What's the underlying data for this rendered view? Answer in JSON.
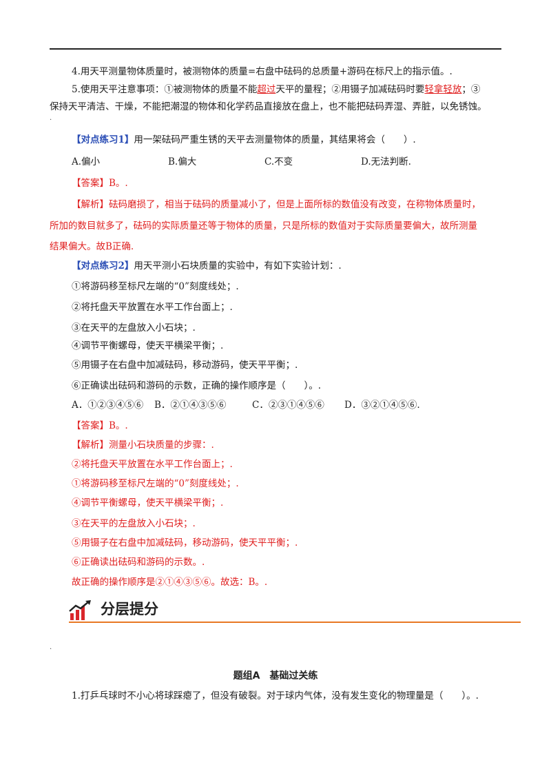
{
  "item4": "4.用天平测量物体质量时，被测物体的质量=右盘中砝码的总质量+游码在标尺上的指示值。.",
  "item5": {
    "a": "5.使用天平注意事项：①被测物体的质量不能",
    "u1": "超过",
    "b": "天平的量程；②用镊子加减砝码时要",
    "u2": "轻拿轻放",
    "c": "；③",
    "line2": "保持天平清洁、干燥，不能把潮湿的物体和化学药品直接放在盘上，也不能把砝码弄湿、弄脏，以免锈蚀。"
  },
  "q1": {
    "tag": "【对点练习1】",
    "stem": "用一架砝码严重生锈的天平去测量物体的质量，其结果将会（　　）.",
    "options": [
      "A.偏小",
      "B.偏大",
      "C.不变",
      "D.无法判断."
    ],
    "answer": "【答案】B。.",
    "analysis_tag": "【解析】",
    "analysis": [
      "砝码磨损了，相当于砝码的质量减小了，但是上面所标的数值没有改变，在称物体质量时，",
      "所加的数目就多了，砝码的实际质量还等于物体的质量，只是所标的数值对于实际质量要偏大，故所测量",
      "结果偏大。故B正确."
    ]
  },
  "q2": {
    "tag": "【对点练习2】",
    "stem": "用天平测小石块质量的实验中，有如下实验计划：.",
    "steps": [
      "①将游码移至标尺左端的“0”刻度线处；.",
      "②将托盘天平放置在水平工作台面上；.",
      "③在天平的左盘放入小石块；.",
      "④调节平衡螺母，使天平横梁平衡；.",
      "⑤用镊子在右盘中加减砝码，移动游码，使天平平衡；.",
      "⑥正确读出砝码和游码的示数，正确的操作顺序是（　　）。."
    ],
    "options": [
      "A．①②③④⑤⑥",
      "B．②①④③⑤⑥",
      "C．②③①④⑤⑥",
      "D．③②①④⑤⑥."
    ],
    "answer": "【答案】B。.",
    "analysis_tag": "【解析】",
    "analysis_head": "测量小石块质量的步骤：.",
    "analysis_steps": [
      "②将托盘天平放置在水平工作台面上；.",
      "①将游码移至标尺左端的“0”刻度线处；.",
      "④调节平衡螺母，使天平横梁平衡；.",
      "③在天平的左盘放入小石块；.",
      "⑤用镊子在右盘中加减砝码，移动游码，使天平平衡；.",
      "⑥正确读出砝码和游码的示数。."
    ],
    "conclusion": "故正确的操作顺序是②①④③⑤⑥。故选：B。."
  },
  "section": {
    "title": "分层提分"
  },
  "group": {
    "title": "题组A　基础过关练"
  },
  "q3": {
    "stem": "1.打乒乓球时不小心将球踩瘪了，但没有破裂。对于球内气体，没有发生变化的物理量是（　　）。."
  },
  "marks": {
    "para": "."
  },
  "colors": {
    "accent_red": "#e02020",
    "tag_blue": "#2a4db5",
    "section_orange": "#e87722"
  }
}
